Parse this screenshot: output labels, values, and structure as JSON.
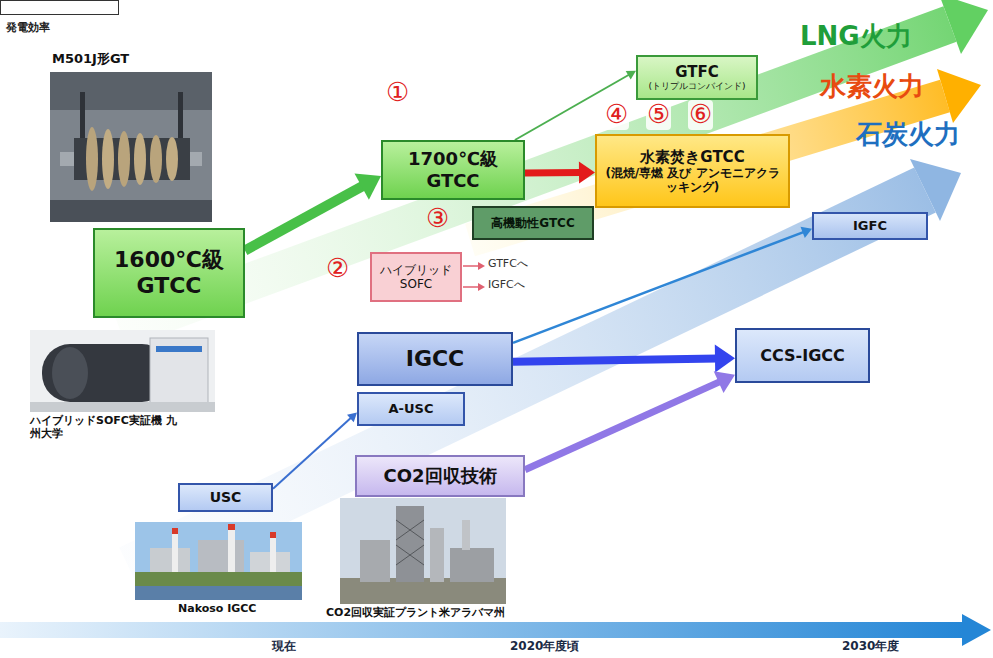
{
  "diagram": {
    "nodes": [
      {
        "text": [
          "GTFC",
          "(トリプルコンバインド)"
        ]
      },
      {
        "text": [
          "1700℃級 GTCC"
        ]
      },
      {
        "text": [
          "水素焚きGTCC",
          "(混焼/専燃 及び アンモニアクラッキング)"
        ]
      },
      {
        "text": [
          "高機動性GTCC"
        ]
      },
      {
        "text": [
          "IGFC"
        ]
      },
      {
        "text": [
          "1600℃級 GTCC"
        ]
      },
      {
        "text": [
          "ハイブリッド SOFC"
        ]
      },
      {
        "text": [
          "IGCC"
        ]
      },
      {
        "text": [
          "CCS-IGCC"
        ]
      },
      {
        "text": [
          "A-USC"
        ]
      },
      {
        "text": [
          "CO2回収技術"
        ]
      },
      {
        "text": [
          "USC"
        ]
      }
    ],
    "edges": [
      {
        "from": 5,
        "to": 1,
        "arrow": "to"
      },
      {
        "from": 1,
        "to": 0,
        "arrow": "to"
      },
      {
        "from": 1,
        "to": 2,
        "arrow": "to"
      },
      {
        "from": 7,
        "to": 4,
        "arrow": "to"
      },
      {
        "from": 7,
        "to": 8,
        "arrow": "to"
      },
      {
        "from": 10,
        "to": 8,
        "arrow": "to"
      },
      {
        "from": 11,
        "to": 9,
        "arrow": "to"
      }
    ],
    "labels": [
      "発電効率",
      "M501J形GT",
      "①",
      "②",
      "③",
      "④",
      "⑤",
      "⑥",
      "GTFCへ",
      "IGFCへ",
      "LNG火力",
      "水素火力",
      "石炭火力",
      "ハイブリッドSOFC実証機 九州大学",
      "Nakoso IGCC",
      "CO2回収実証プラント米アラバマ州",
      "現在",
      "2020年度頃",
      "2030年度"
    ]
  }
}
